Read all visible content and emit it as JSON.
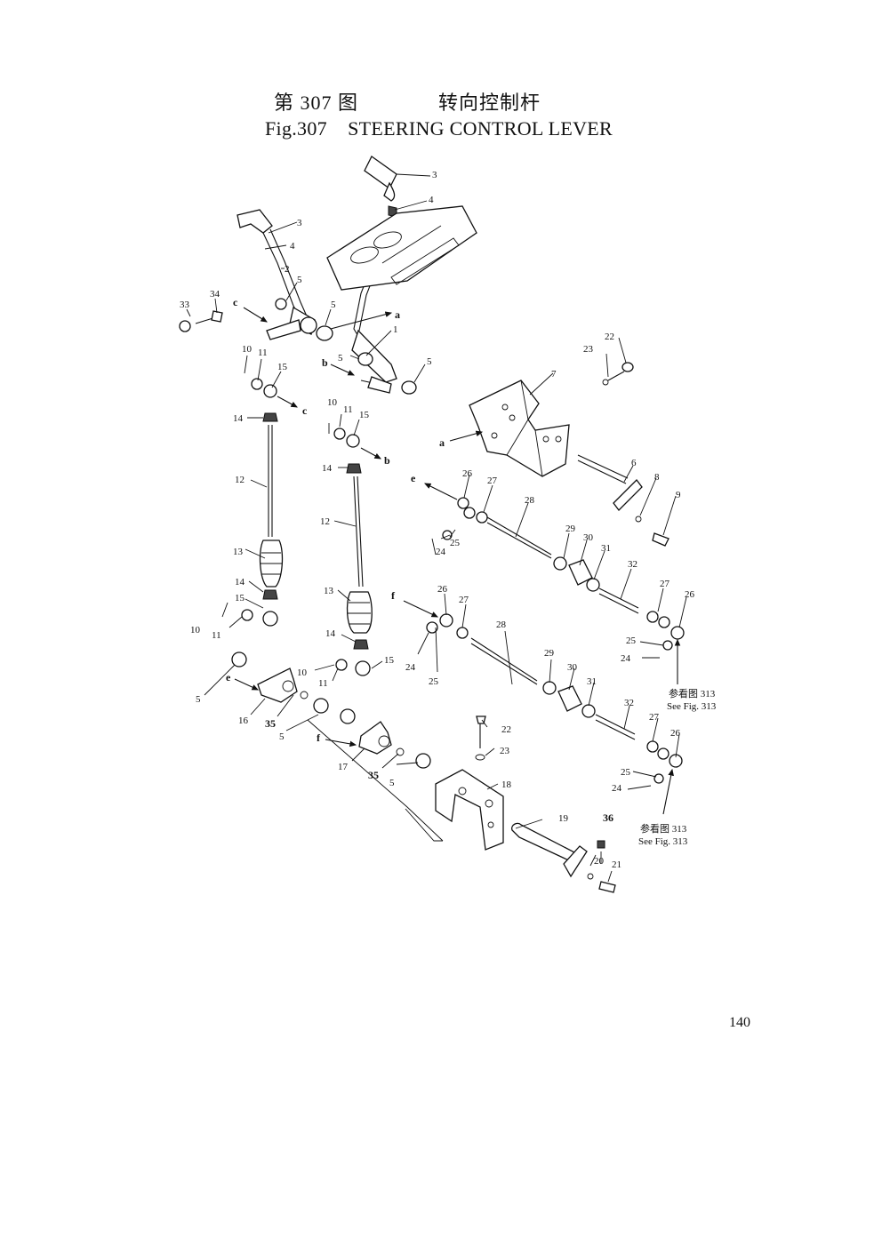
{
  "title_cn": {
    "figure": "第 307 图",
    "name": "转向控制杆"
  },
  "title_en": "Fig.307    STEERING CONTROL LEVER",
  "page_number": "140",
  "callouts": {
    "c1": "1",
    "c2": "2",
    "c3": "3",
    "c4": "4",
    "c5": "5",
    "c6": "6",
    "c7": "7",
    "c8": "8",
    "c9": "9",
    "c10": "10",
    "c11": "11",
    "c12": "12",
    "c13": "13",
    "c14": "14",
    "c15": "15",
    "c16": "16",
    "c17": "17",
    "c18": "18",
    "c19": "19",
    "c20": "20",
    "c21": "21",
    "c22": "22",
    "c23": "23",
    "c24": "24",
    "c25": "25",
    "c26": "26",
    "c27": "27",
    "c28": "28",
    "c29": "29",
    "c30": "30",
    "c31": "31",
    "c32": "32",
    "c33": "33",
    "c34": "34",
    "c35": "35",
    "c36": "36"
  },
  "arrow_letters": {
    "a": "a",
    "b": "b",
    "c": "c",
    "e": "e",
    "f": "f"
  },
  "references": {
    "cn": "参看图 313",
    "en": "See Fig. 313"
  }
}
